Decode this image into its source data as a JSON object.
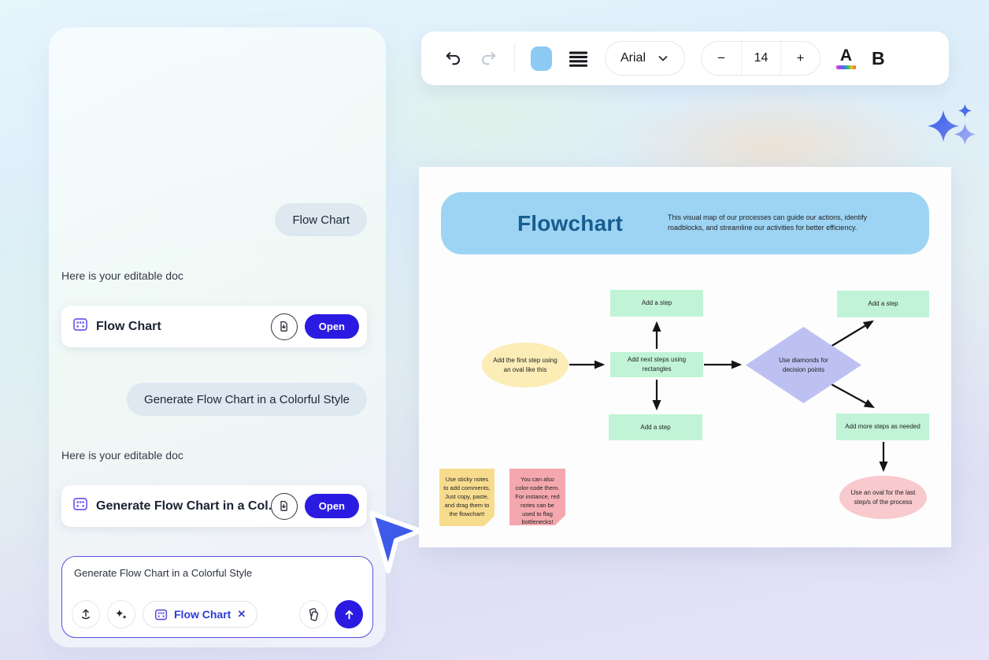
{
  "toolbar": {
    "font_family": "Arial",
    "font_size": "14",
    "minus_label": "−",
    "plus_label": "+",
    "color_letter": "A",
    "bold_letter": "B"
  },
  "chat": {
    "user_message_1": "Flow Chart",
    "assistant_label_1": "Here is your editable doc",
    "doc_card_1": {
      "title": "Flow Chart",
      "open_label": "Open"
    },
    "user_message_2": "Generate Flow Chart in a Colorful Style",
    "assistant_label_2": "Here is your editable doc",
    "doc_card_2": {
      "title": "Generate Flow Chart in a Col...",
      "open_label": "Open"
    },
    "composer": {
      "value": "Generate Flow Chart in a Colorful Style",
      "attachment_label": "Flow Chart",
      "remove_label": "✕"
    }
  },
  "flowchart": {
    "header": {
      "title": "Flowchart",
      "description": "This visual map of our processes can guide our actions, identify roadblocks, and streamline our activities for better efficiency."
    },
    "nodes": [
      {
        "label": "Add a step"
      },
      {
        "label": "Add the first step using an oval like this"
      },
      {
        "label": "Add next steps using rectangles"
      },
      {
        "label": "Add a step"
      },
      {
        "label": "Use diamonds for decision points"
      },
      {
        "label": "Add a step"
      },
      {
        "label": "Add more steps as needed"
      },
      {
        "label": "Use an oval for the last step/s of the process"
      },
      {
        "label": "Use sticky notes to add comments. Just copy, paste, and drag them to the flowchart!"
      },
      {
        "label": "You can also color-code them. For instance, red notes can be used to flag bottlenecks!"
      }
    ]
  },
  "icons": {
    "undo": "curved-arrow-left",
    "redo": "curved-arrow-right",
    "fill_swatch": "blue-rounded-square",
    "align_justify": "four-lines",
    "font_chevron": "chevron-down",
    "text_color": "letter-A-rainbow-underline",
    "doc_grid": "board-grid",
    "download": "file-download",
    "upload": "arrow-up-tray",
    "ai_sparkle": "sparkles",
    "palette": "swatch-book",
    "send": "arrow-up",
    "cursor": "pointer-arrow",
    "brand_sparkles": "three-stars"
  },
  "colors": {
    "accent_blue": "#2b1ae1",
    "toolbar_swatch": "#8ccaf3",
    "header_fill": "#9ed4f3",
    "header_text": "#175e90",
    "mint_rect": "#c1f3d6",
    "yellow_oval": "#fcecb6",
    "diamond_fill": "#bdc1f1",
    "pink_oval": "#f8c9cd",
    "sticky_yellow": "#f8dc8e",
    "sticky_pink": "#f4a8ad",
    "chip_bg": "#dde8f1",
    "composer_border": "#5b4fe0",
    "cursor_blue": "#3d5be8"
  }
}
